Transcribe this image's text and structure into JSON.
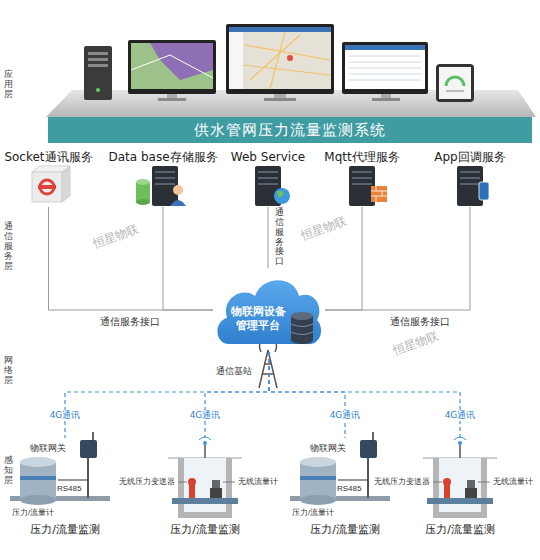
{
  "diagram": {
    "nodes": [
      {
        "text": [
          "供水管网压力流量监测系统"
        ]
      },
      {
        "text": [
          "Socket通讯服务"
        ]
      },
      {
        "text": [
          "Data base存储服务"
        ]
      },
      {
        "text": [
          "Web Service"
        ]
      },
      {
        "text": [
          "Mqtt代理服务"
        ]
      },
      {
        "text": [
          "App回调服务"
        ]
      },
      {
        "text": [
          "物联网设备管理平台"
        ]
      },
      {
        "text": [
          "压力/流量监测"
        ]
      },
      {
        "text": [
          "压力/流量监测"
        ]
      },
      {
        "text": [
          "压力/流量监测"
        ]
      },
      {
        "text": [
          "压力/流量监测"
        ]
      }
    ],
    "edges": [
      {
        "from": 1,
        "to": 6,
        "arrow": "none",
        "label": "通信服务接口"
      },
      {
        "from": 2,
        "to": 6,
        "arrow": "none"
      },
      {
        "from": 3,
        "to": 6,
        "arrow": "none",
        "label": "通信服务接口"
      },
      {
        "from": 4,
        "to": 6,
        "arrow": "none"
      },
      {
        "from": 5,
        "to": 6,
        "arrow": "none",
        "label": "通信服务接口"
      },
      {
        "from": 6,
        "to": 7,
        "arrow": "none",
        "label": "4G通讯"
      },
      {
        "from": 6,
        "to": 8,
        "arrow": "none",
        "label": "4G通讯"
      },
      {
        "from": 6,
        "to": 9,
        "arrow": "none",
        "label": "4G通讯"
      },
      {
        "from": 6,
        "to": 10,
        "arrow": "none",
        "label": "4G通讯"
      }
    ],
    "labels": [
      "应用层",
      "通信服务层",
      "网络层",
      "感知层",
      "通信基站",
      "物联网关",
      "RS485",
      "压力/流量计",
      "无线压力变送器",
      "无线流量计",
      "物联网关",
      "RS485",
      "压力/流量计",
      "无线压力变送器",
      "无线流量计",
      "恒星物联",
      "恒星物联",
      "恒星物联"
    ]
  }
}
